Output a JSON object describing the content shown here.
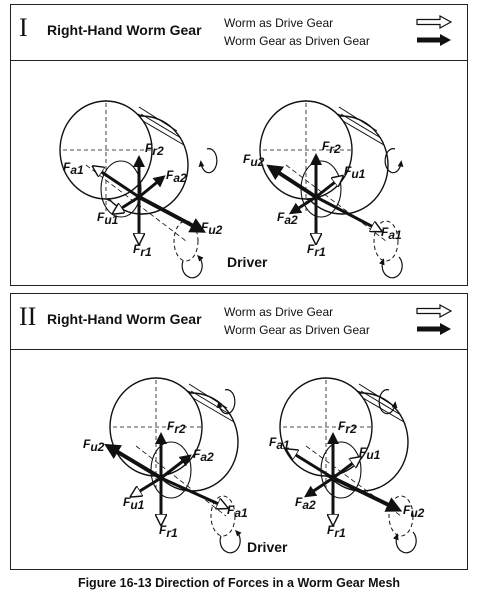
{
  "panel1": {
    "roman": "I",
    "title": "Right-Hand Worm Gear",
    "legend_drive": "Worm as Drive Gear",
    "legend_driven": "Worm Gear as Driven Gear",
    "driver_label": "Driver",
    "left_gear": {
      "fr2": "F",
      "fr2_sub": "r2",
      "fa2": "F",
      "fa2_sub": "a2",
      "fa1": "F",
      "fa1_sub": "a1",
      "fu1": "F",
      "fu1_sub": "u1",
      "fu2": "F",
      "fu2_sub": "u2",
      "fr1": "F",
      "fr1_sub": "r1"
    },
    "right_gear": {
      "fr2": "F",
      "fr2_sub": "r2",
      "fu1": "F",
      "fu1_sub": "u1",
      "fu2": "F",
      "fu2_sub": "u2",
      "fa2": "F",
      "fa2_sub": "a2",
      "fa1": "F",
      "fa1_sub": "a1",
      "fr1": "F",
      "fr1_sub": "r1"
    }
  },
  "panel2": {
    "roman": "II",
    "title": "Right-Hand Worm Gear",
    "legend_drive": "Worm as Drive Gear",
    "legend_driven": "Worm Gear as Driven Gear",
    "driver_label": "Driver",
    "left_gear": {
      "fr2": "F",
      "fr2_sub": "r2",
      "fa2": "F",
      "fa2_sub": "a2",
      "fu2": "F",
      "fu2_sub": "u2",
      "fu1": "F",
      "fu1_sub": "u1",
      "fa1": "F",
      "fa1_sub": "a1",
      "fr1": "F",
      "fr1_sub": "r1"
    },
    "right_gear": {
      "fr2": "F",
      "fr2_sub": "r2",
      "fa1": "F",
      "fa1_sub": "a1",
      "fu1": "F",
      "fu1_sub": "u1",
      "fa2": "F",
      "fa2_sub": "a2",
      "fu2": "F",
      "fu2_sub": "u2",
      "fr1": "F",
      "fr1_sub": "r1"
    }
  },
  "caption": "Figure 16-13 Direction of Forces in a Worm Gear Mesh",
  "legend_icons": {
    "drive": "hollow-arrow-icon",
    "driven": "solid-arrow-icon"
  },
  "colors": {
    "ink": "#111111",
    "background": "#ffffff"
  }
}
